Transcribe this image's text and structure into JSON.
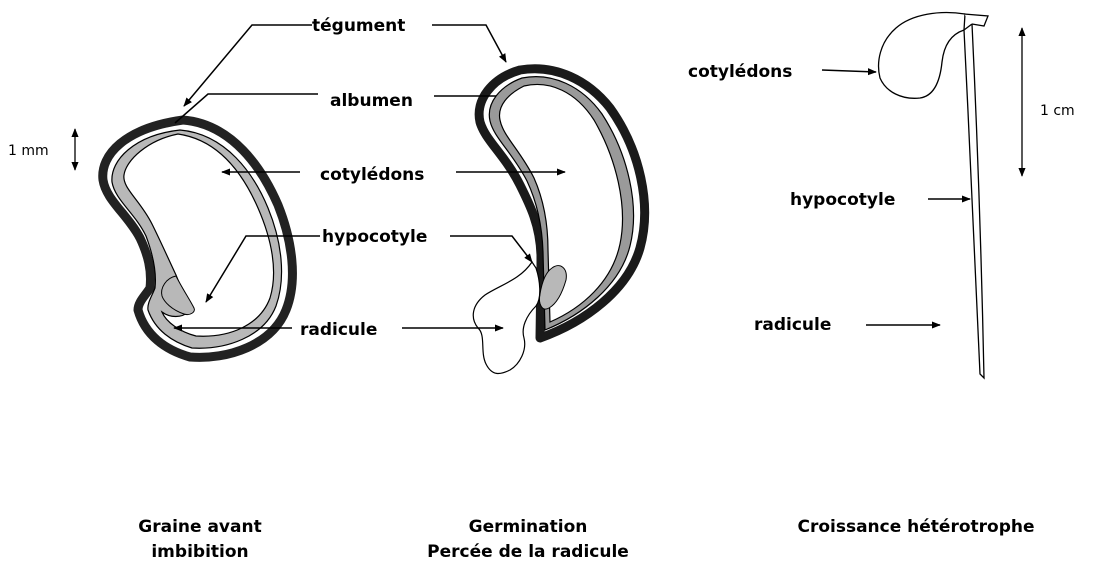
{
  "panels": {
    "graine": {
      "caption_line1": "Graine avant",
      "caption_line2": "imbibition",
      "scale_label": "1 mm"
    },
    "germination": {
      "caption_line1": "Germination",
      "caption_line2": "Percée de la radicule"
    },
    "croissance": {
      "caption": "Croissance hétérotrophe",
      "scale_label": "1 cm",
      "label_cotyledons": "cotylédons",
      "label_hypocotyle": "hypocotyle",
      "label_radicule": "radicule"
    }
  },
  "shared_labels": {
    "tegument": "tégument",
    "albumen": "albumen",
    "cotyledons": "cotylédons",
    "hypocotyle": "hypocotyle",
    "radicule": "radicule"
  }
}
